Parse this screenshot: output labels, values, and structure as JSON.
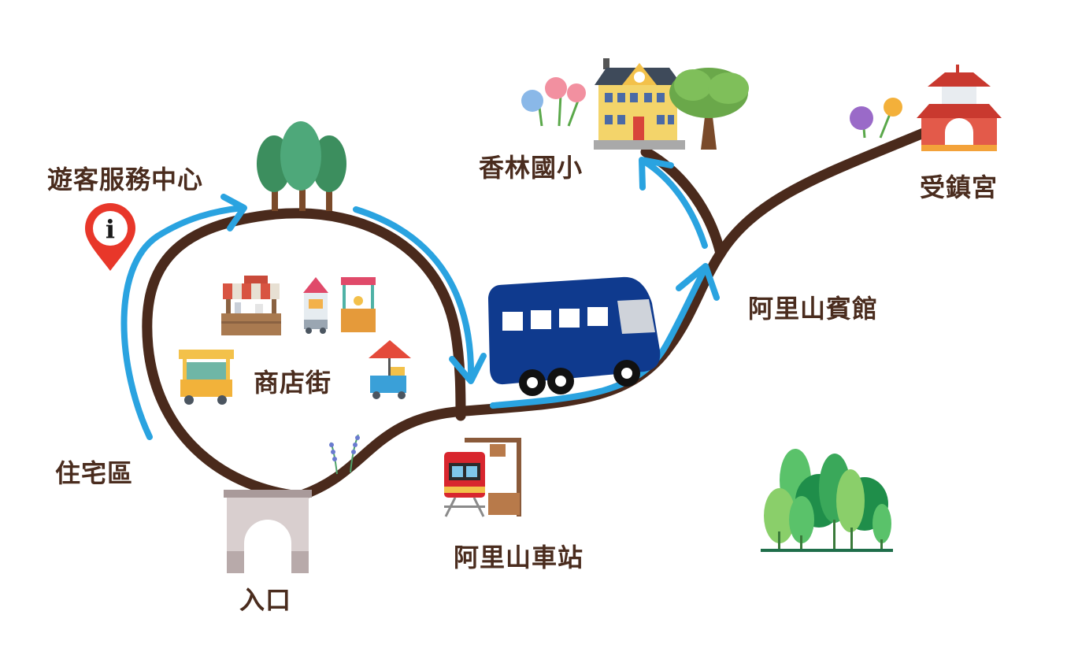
{
  "map": {
    "places": [
      {
        "id": "visitor-center",
        "label": "遊客服務中心"
      },
      {
        "id": "shopping-street",
        "label": "商店街"
      },
      {
        "id": "residential-area",
        "label": "住宅區"
      },
      {
        "id": "entrance",
        "label": "入口"
      },
      {
        "id": "alishan-station",
        "label": "阿里山車站"
      },
      {
        "id": "alishan-hotel",
        "label": "阿里山賓館"
      },
      {
        "id": "xianglin-school",
        "label": "香林國小"
      },
      {
        "id": "shouzhen-temple",
        "label": "受鎮宮"
      }
    ],
    "info_marker_glyph": "i",
    "colors": {
      "road": "#4a2a1c",
      "route": "#2aa3e0",
      "bus": "#0f3a8e",
      "pin": "#e8372a",
      "label": "#4a2c1e"
    },
    "icons": [
      "info-pin-icon",
      "tree-cluster-icon",
      "market-stall-icon",
      "food-cart-icon",
      "bus-icon",
      "train-station-icon",
      "arch-gate-icon",
      "school-icon",
      "temple-icon",
      "flower-icon",
      "forest-icon",
      "lavender-icon"
    ]
  }
}
